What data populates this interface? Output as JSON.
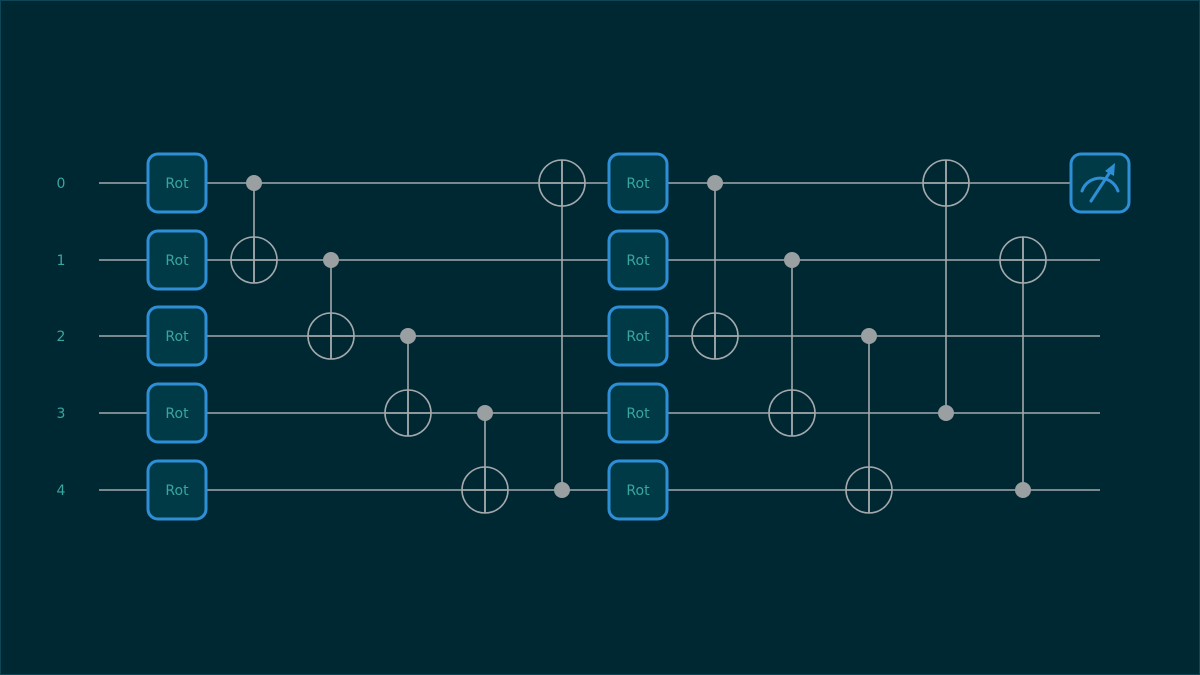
{
  "colors": {
    "background": "#002833",
    "wire": "#a3a9ab",
    "control": "#9aa0a2",
    "gate_fill": "#003a47",
    "gate_border": "#2f8fd6",
    "label": "#3aa6a0",
    "meter": "#2f8fd6"
  },
  "circuit": {
    "wires": [
      {
        "label": "0"
      },
      {
        "label": "1"
      },
      {
        "label": "2"
      },
      {
        "label": "3"
      },
      {
        "label": "4"
      }
    ],
    "gate_label": "Rot",
    "columns": [
      {
        "kind": "rot"
      },
      {
        "kind": "cnot",
        "control": 0,
        "target": 1
      },
      {
        "kind": "cnot",
        "control": 1,
        "target": 2
      },
      {
        "kind": "cnot",
        "control": 2,
        "target": 3
      },
      {
        "kind": "cnot",
        "control": 3,
        "target": 4
      },
      {
        "kind": "cnot",
        "control": 4,
        "target": 0
      },
      {
        "kind": "rot"
      },
      {
        "kind": "cnot",
        "control": 0,
        "target": 2
      },
      {
        "kind": "cnot",
        "control": 1,
        "target": 3
      },
      {
        "kind": "cnot",
        "control": 2,
        "target": 4
      },
      {
        "kind": "cnot",
        "control": 3,
        "target": 0
      },
      {
        "kind": "cnot",
        "control": 4,
        "target": 1
      }
    ],
    "measure_icon": "meter-icon"
  }
}
